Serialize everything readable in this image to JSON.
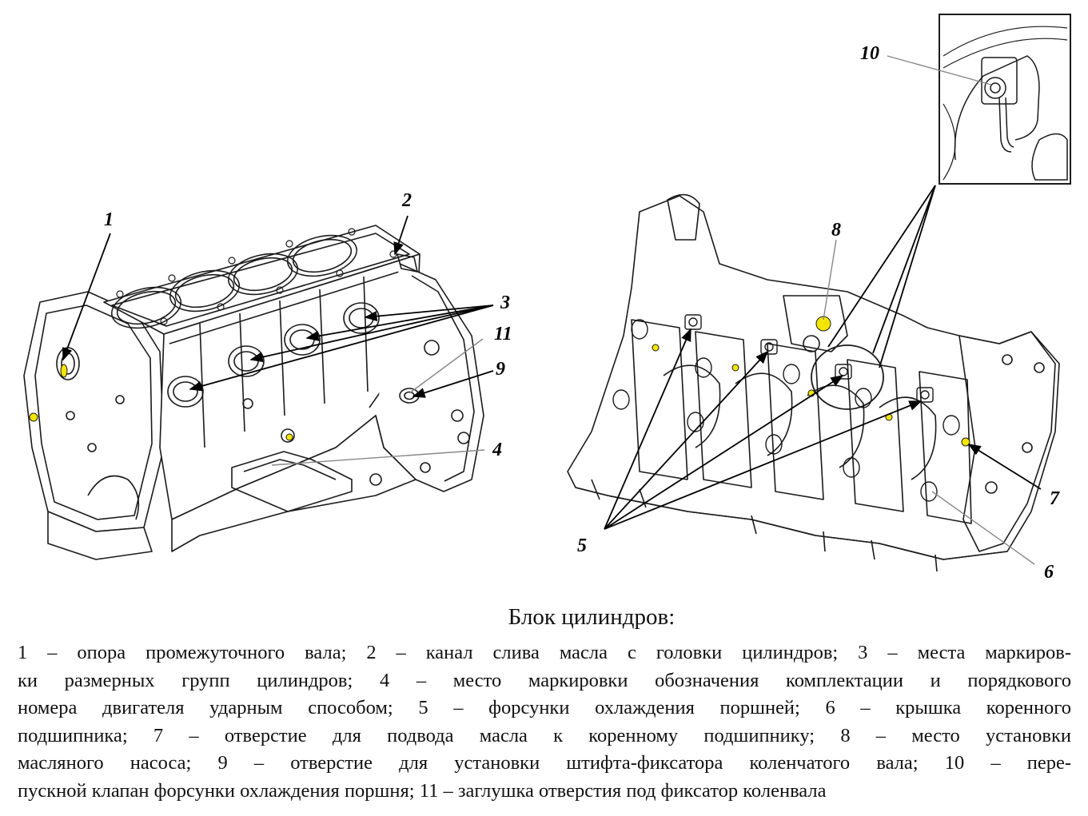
{
  "callouts": {
    "n1": "1",
    "n2": "2",
    "n3": "3",
    "n4": "4",
    "n5": "5",
    "n6": "6",
    "n7": "7",
    "n8": "8",
    "n9": "9",
    "n10": "10",
    "n11": "11"
  },
  "caption": {
    "title": "Блок цилиндров:",
    "lines": [
      "1 – опора промежуточного вала; 2 – канал слива масла с головки цилиндров; 3 – места маркиров-",
      "ки размерных групп цилиндров; 4 – место маркировки обозначения комплектации и порядкового",
      "номера двигателя ударным способом; 5 – форсунки охлаждения поршней; 6 – крышка коренного",
      "подшипника; 7 – отверстие для подвода масла к коренному подшипнику; 8 – место установки",
      "масляного насоса; 9 – отверстие для установки штифта-фиксатора коленчатого вала; 10 – пере-",
      "пускной клапан форсунки охлаждения поршня; 11 – заглушка отверстия под фиксатор коленвала"
    ]
  },
  "colors": {
    "ink": "#1a1a1a",
    "marker": "#f2e600",
    "leader_gray": "#888888"
  }
}
